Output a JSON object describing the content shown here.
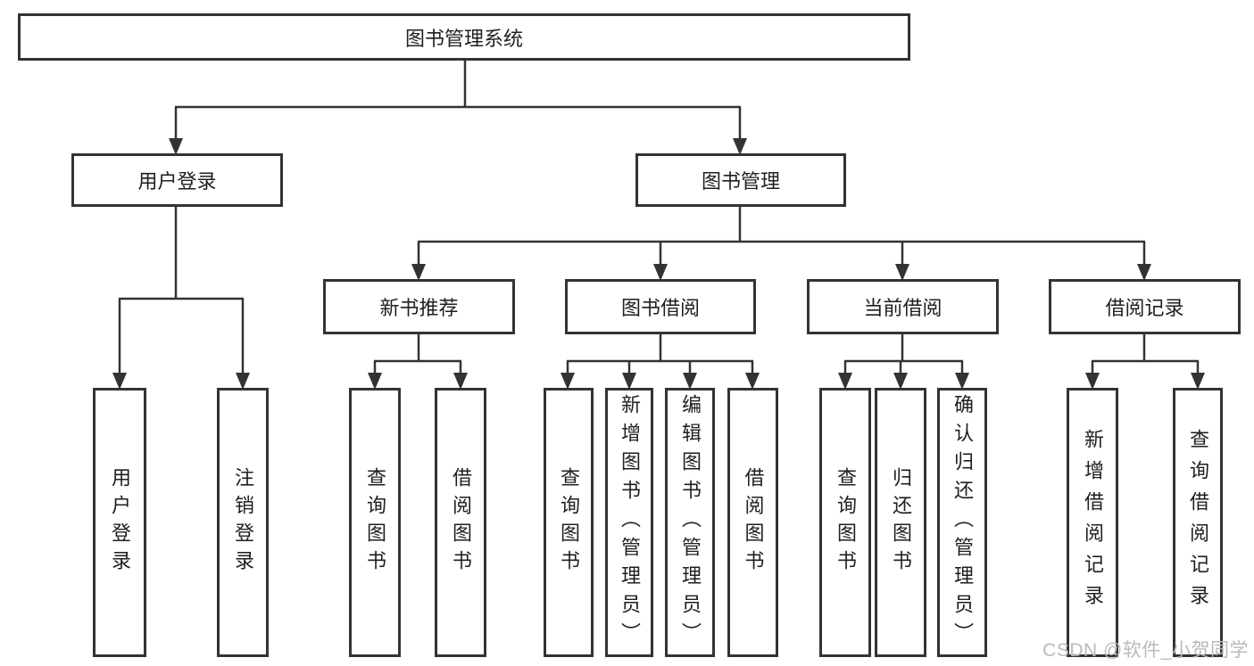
{
  "colors": {
    "line": "#333333",
    "box_border": "#333333",
    "text": "#1f1f1f",
    "background": "#ffffff",
    "watermark": "#b9babc"
  },
  "watermark": {
    "text": "CSDN @软件_小贺同学"
  },
  "tree": {
    "root": {
      "label": "图书管理系统"
    },
    "branches": [
      {
        "label": "用户登录",
        "children": [
          {
            "label": "用户登录"
          },
          {
            "label": "注销登录"
          }
        ]
      },
      {
        "label": "图书管理",
        "children": [
          {
            "label": "新书推荐",
            "children": [
              {
                "label": "查询图书"
              },
              {
                "label": "借阅图书"
              }
            ]
          },
          {
            "label": "图书借阅",
            "children": [
              {
                "label": "查询图书"
              },
              {
                "label": "新增图书（管理员）"
              },
              {
                "label": "编辑图书（管理员）"
              },
              {
                "label": "借阅图书"
              }
            ]
          },
          {
            "label": "当前借阅",
            "children": [
              {
                "label": "查询图书"
              },
              {
                "label": "归还图书"
              },
              {
                "label": "确认归还（管理员）"
              }
            ]
          },
          {
            "label": "借阅记录",
            "children": [
              {
                "label": "新增借阅记录"
              },
              {
                "label": "查询借阅记录"
              }
            ]
          }
        ]
      }
    ]
  }
}
